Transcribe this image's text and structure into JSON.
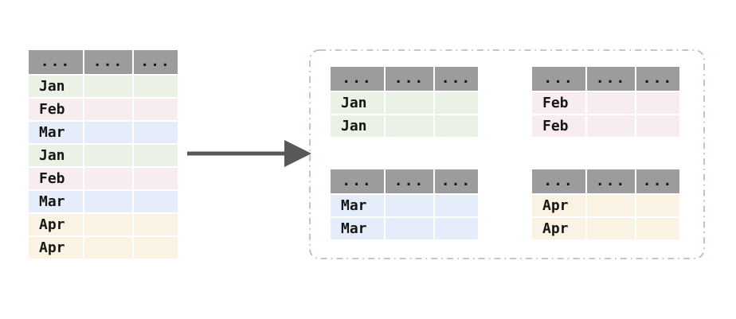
{
  "colors": {
    "header_bg": "#9c9c9c",
    "green": "#e9f2e4",
    "pink": "#f7edee",
    "blue": "#e5edfa",
    "orange": "#faf2e2",
    "arrow": "#58585b",
    "panel_border": "#c9af9f"
  },
  "source_table": {
    "headers": [
      "...",
      "...",
      "..."
    ],
    "rows": [
      "Jan",
      "Feb",
      "Mar",
      "Jan",
      "Feb",
      "Mar",
      "Apr",
      "Apr"
    ],
    "row_colors": [
      "green",
      "pink",
      "blue",
      "green",
      "pink",
      "blue",
      "orange",
      "orange"
    ]
  },
  "arrow": {
    "icon": "right-arrow"
  },
  "groups": [
    {
      "id": "jan",
      "color": "green",
      "headers": [
        "...",
        "...",
        "..."
      ],
      "rows": [
        "Jan",
        "Jan"
      ]
    },
    {
      "id": "feb",
      "color": "pink",
      "headers": [
        "...",
        "...",
        "..."
      ],
      "rows": [
        "Feb",
        "Feb"
      ]
    },
    {
      "id": "mar",
      "color": "blue",
      "headers": [
        "...",
        "...",
        "..."
      ],
      "rows": [
        "Mar",
        "Mar"
      ]
    },
    {
      "id": "apr",
      "color": "orange",
      "headers": [
        "...",
        "...",
        "..."
      ],
      "rows": [
        "Apr",
        "Apr"
      ]
    }
  ]
}
